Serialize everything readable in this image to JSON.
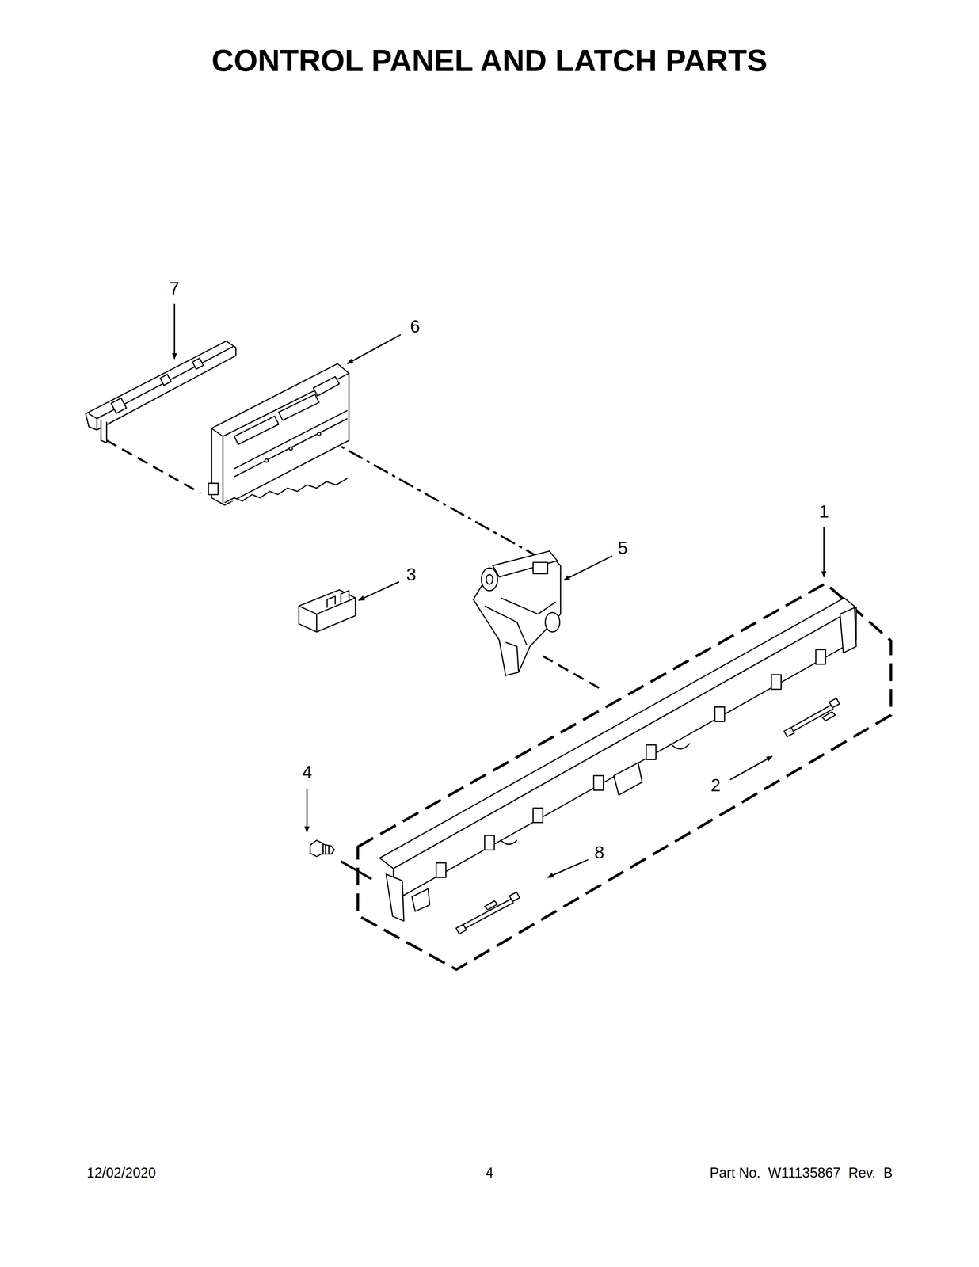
{
  "diagram": {
    "title": "CONTROL PANEL AND LATCH PARTS",
    "labels": [
      "7",
      "6",
      "1",
      "5",
      "3",
      "4",
      "2",
      "8",
      "12/02/2020",
      "4",
      "Part No.  W11135867  Rev.  B"
    ]
  }
}
